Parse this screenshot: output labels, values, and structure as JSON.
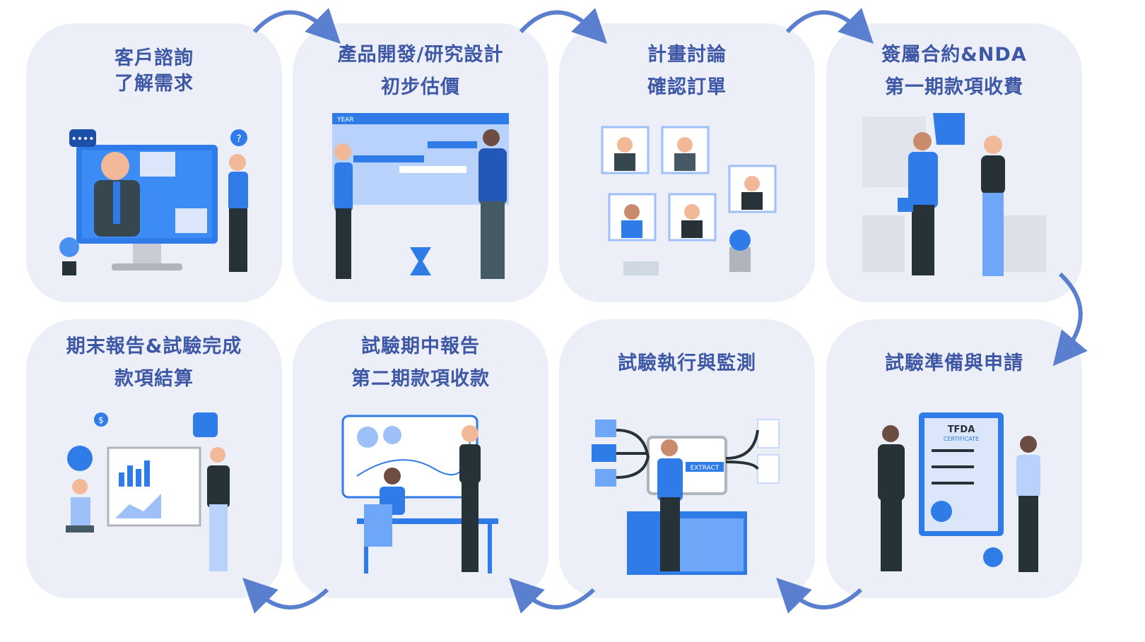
{
  "colors": {
    "card": "#eceef8",
    "title": "#3e58a6",
    "arrow": "#5a7fcf",
    "accent": "#2f7be8",
    "dark": "#263238"
  },
  "steps": [
    {
      "lines": [
        "客戶諮詢",
        "了解需求"
      ],
      "icon": "customer-consultation-illustration"
    },
    {
      "lines": [
        "產品開發/研究設計",
        "初步估價"
      ],
      "icon": "planning-board-illustration",
      "board_label": "YEAR"
    },
    {
      "lines": [
        "計畫討論",
        "確認訂單"
      ],
      "icon": "video-meeting-illustration"
    },
    {
      "lines": [
        "簽屬合約&NDA",
        "第一期款項收費"
      ],
      "icon": "handshake-contract-illustration"
    },
    {
      "lines": [
        "試驗準備與申請"
      ],
      "icon": "certificate-illustration",
      "cert_title": "TFDA",
      "cert_subtitle": "CERTIFICATE"
    },
    {
      "lines": [
        "試驗執行與監測"
      ],
      "icon": "data-extraction-illustration",
      "screen_label": "EXTRACT"
    },
    {
      "lines": [
        "試驗期中報告",
        "第二期款項收款"
      ],
      "icon": "interim-report-illustration"
    },
    {
      "lines": [
        "期末報告&試驗完成",
        "款項結算"
      ],
      "icon": "final-report-illustration"
    }
  ]
}
